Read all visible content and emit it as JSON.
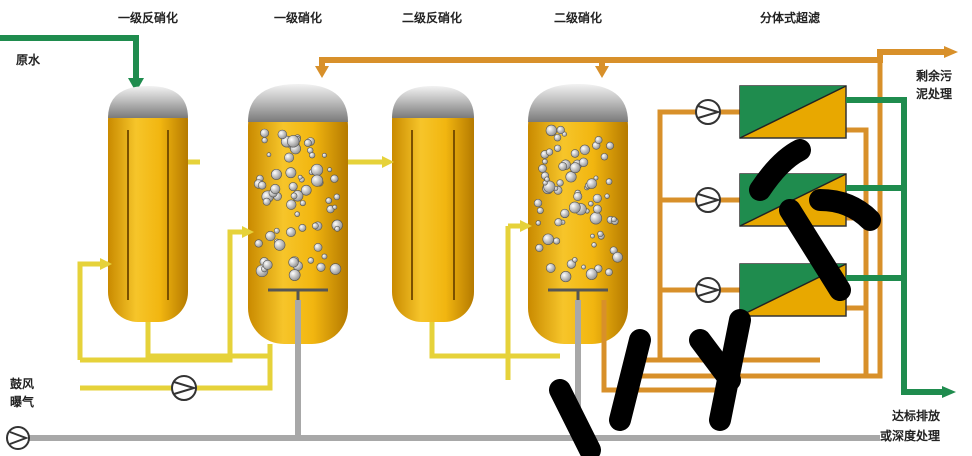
{
  "stages": [
    {
      "label": "一级反硝化"
    },
    {
      "label": "一级硝化"
    },
    {
      "label": "二级反硝化"
    },
    {
      "label": "二级硝化"
    },
    {
      "label": "分体式超滤"
    }
  ],
  "inlet": {
    "label": "原水"
  },
  "air": {
    "line1": "鼓风",
    "line2": "曝气"
  },
  "outputs": {
    "sludge": {
      "line1": "剩余污",
      "line2": "泥处理"
    },
    "effluent": {
      "line1": "达标排放",
      "line2": "或深度处理"
    }
  },
  "colors": {
    "tank": "#e8a800",
    "tank_dark": "#b87800",
    "cap": "#9a9a9a",
    "pipe_orange": "#d8902a",
    "pipe_yellow": "#e6d23a",
    "pipe_green": "#1f8c4e",
    "pipe_gray": "#a8a8a8"
  }
}
